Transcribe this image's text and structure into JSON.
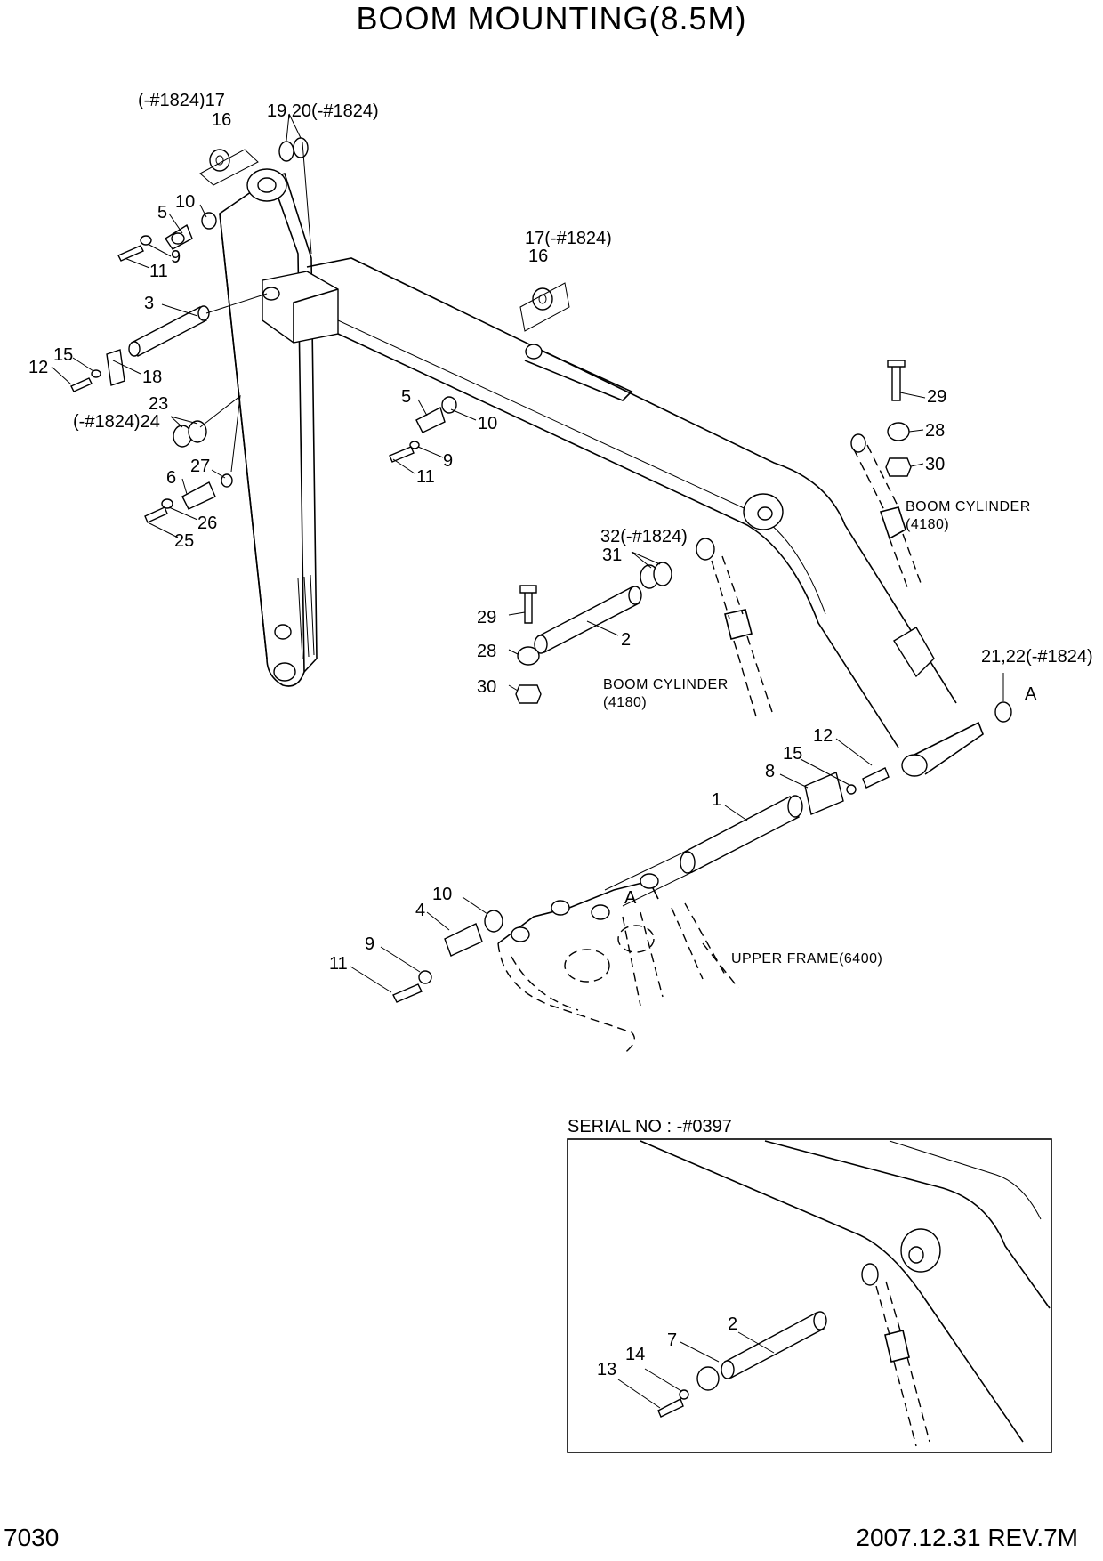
{
  "title": "BOOM MOUNTING(8.5M)",
  "page_number": "7030",
  "revision": "2007.12.31 REV.7M",
  "notes": {
    "boom_cylinder_1": "BOOM CYLINDER",
    "boom_cylinder_1_code": "(4180)",
    "boom_cylinder_2": "BOOM CYLINDER",
    "boom_cylinder_2_code": "(4180)",
    "upper_frame": "UPPER FRAME(6400)",
    "serial_no": "SERIAL NO : -#0397"
  },
  "callouts": {
    "c_17a": "(-#1824)17",
    "c_16a": "16",
    "c_1920": "19,20(-#1824)",
    "c_10a": "10",
    "c_5a": "5",
    "c_9a": "9",
    "c_11a": "11",
    "c_3": "3",
    "c_15a": "15",
    "c_12a": "12",
    "c_18": "18",
    "c_23": "23",
    "c_24": "(-#1824)24",
    "c_27": "27",
    "c_6": "6",
    "c_26": "26",
    "c_25": "25",
    "c_17b": "17(-#1824)",
    "c_16b": "16",
    "c_5b": "5",
    "c_10b": "10",
    "c_9b": "9",
    "c_11b": "11",
    "c_29a": "29",
    "c_28a": "28",
    "c_30a": "30",
    "c_32": "32(-#1824)",
    "c_31": "31",
    "c_29b": "29",
    "c_28b": "28",
    "c_30b": "30",
    "c_2a": "2",
    "c_2122": "21,22(-#1824)",
    "c_Aa": "A",
    "c_12b": "12",
    "c_15b": "15",
    "c_8": "8",
    "c_1": "1",
    "c_Ab": "A",
    "c_10c": "10",
    "c_4": "4",
    "c_9c": "9",
    "c_11c": "11",
    "c_2b": "2",
    "c_7": "7",
    "c_14": "14",
    "c_13": "13"
  }
}
